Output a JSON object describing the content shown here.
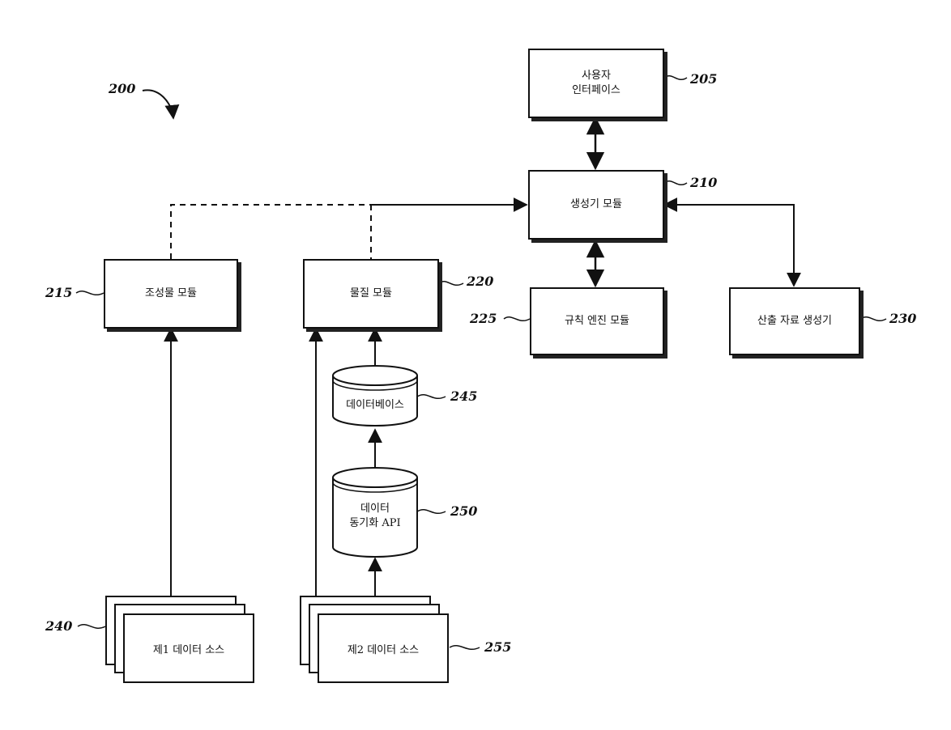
{
  "figure": {
    "ref_label": "200"
  },
  "nodes": {
    "user_interface": {
      "label": "사용자\n인터페이스",
      "ref": "205"
    },
    "generator_module": {
      "label": "생성기 모듈",
      "ref": "210"
    },
    "composer_module": {
      "label": "조성물 모듈",
      "ref": "215"
    },
    "collection_module": {
      "label": "물질 모듈",
      "ref": "220"
    },
    "rule_module": {
      "label": "규칙 엔진 모듈",
      "ref": "225"
    },
    "output_generator": {
      "label": "산출 자료 생성기",
      "ref": "230"
    },
    "first_data_source": {
      "label": "제1 데이터 소스",
      "ref": "240"
    },
    "database": {
      "label": "데이터베이스",
      "ref": "245"
    },
    "sync_api": {
      "label": "데이터\n동기화 API",
      "ref": "250"
    },
    "second_data_source": {
      "label": "제2 데이터 소스",
      "ref": "255"
    }
  },
  "colors": {
    "line": "#111111",
    "shadow": "#222222",
    "background": "#ffffff"
  }
}
